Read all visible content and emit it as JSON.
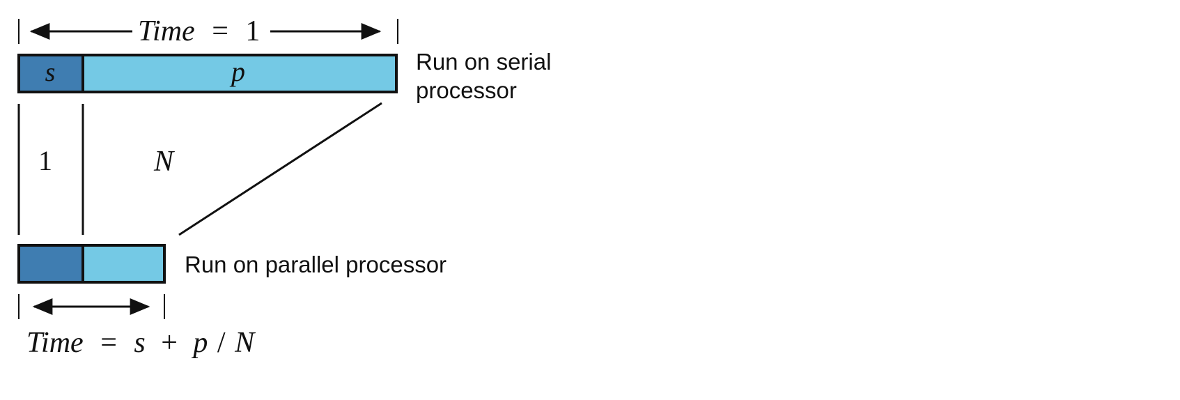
{
  "colors": {
    "serial_part": "#3f7db1",
    "parallel_part": "#74c9e5",
    "outline": "#111111"
  },
  "top_time": {
    "name": "Time",
    "equals": "=",
    "value": "1"
  },
  "serial_bar": {
    "serial_segment_label": "s",
    "parallel_segment_label": "p",
    "caption_line_1": "Run on serial",
    "caption_line_2": "processor"
  },
  "scale_labels": {
    "serial_factor": "1",
    "parallel_factor": "N"
  },
  "parallel_bar": {
    "caption": "Run on parallel processor"
  },
  "bottom_time": {
    "name": "Time",
    "equals": "=",
    "s": "s",
    "plus": "+",
    "p": "p",
    "slash": "/",
    "n": "N"
  }
}
